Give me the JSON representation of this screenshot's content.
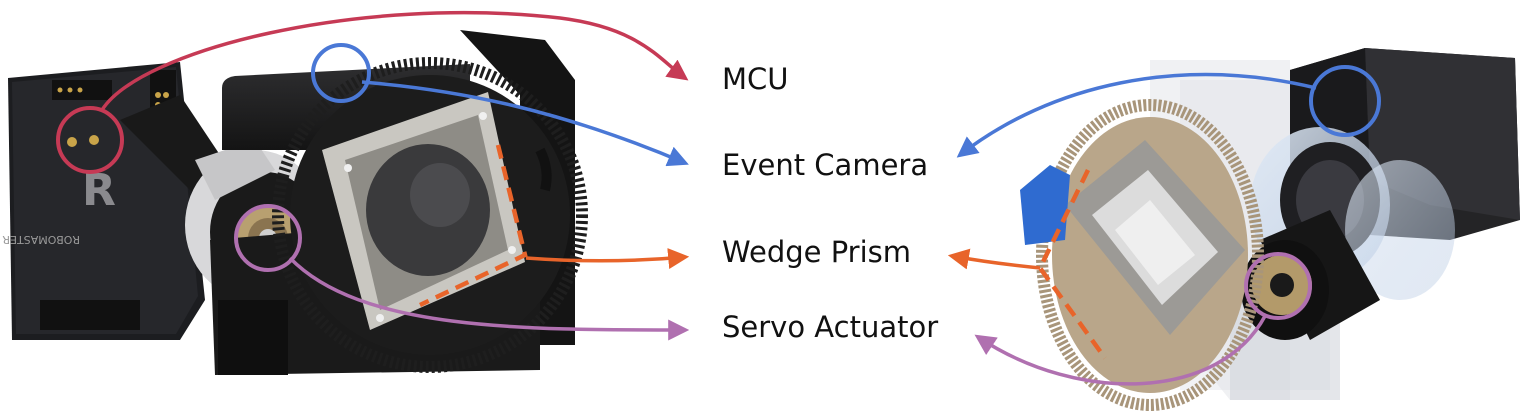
{
  "labels": {
    "mcu": "MCU",
    "event_camera": "Event Camera",
    "wedge_prism": "Wedge Prism",
    "servo_actuator": "Servo Actuator"
  },
  "colors": {
    "mcu": "#c63a55",
    "event_camera": "#4a78d6",
    "wedge_prism": "#e8642a",
    "servo_actuator": "#b070b0"
  },
  "board_text": {
    "brand": "ROBOMASTER"
  }
}
